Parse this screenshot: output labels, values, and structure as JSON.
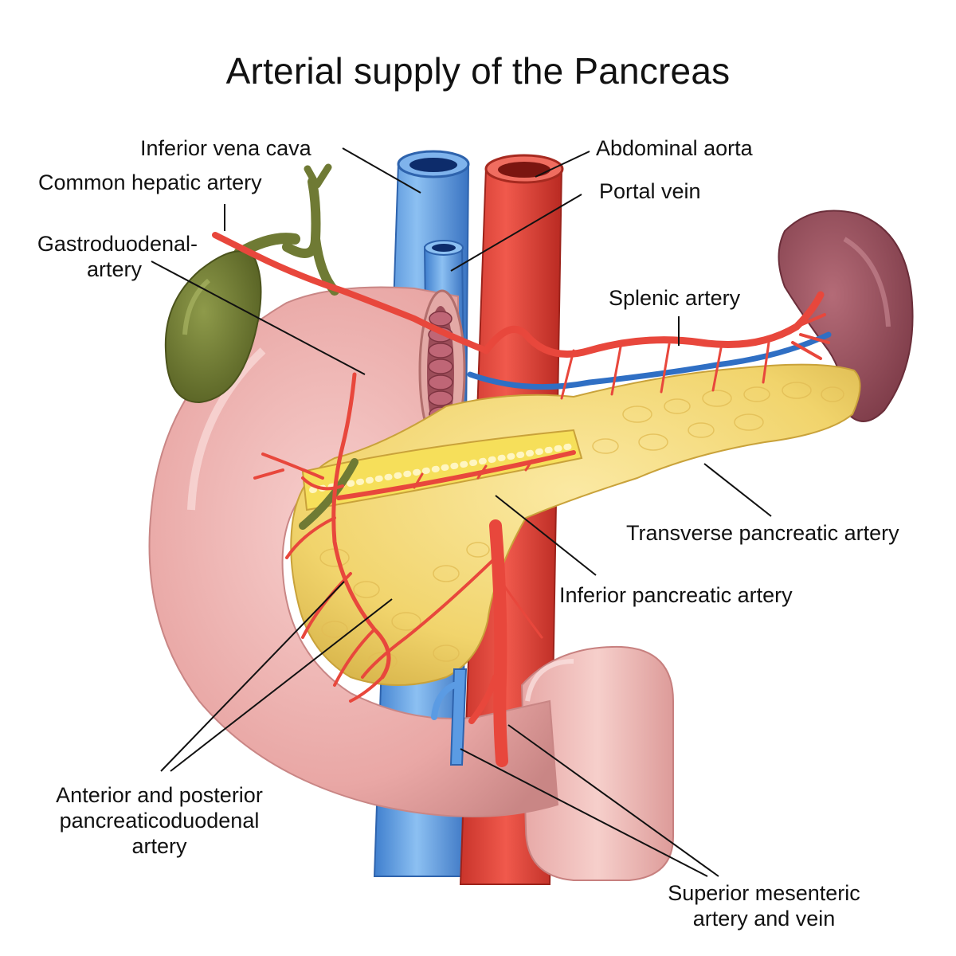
{
  "title": "Arterial supply of the Pancreas",
  "labels": {
    "ivc": "Inferior vena cava",
    "common_hepatic": "Common hepatic artery",
    "gastroduodenal_1": "Gastroduodenal-",
    "gastroduodenal_2": "artery",
    "abdominal_aorta": "Abdominal aorta",
    "portal_vein": "Portal vein",
    "splenic_artery": "Splenic artery",
    "transverse_pancreatic": "Transverse pancreatic artery",
    "inferior_pancreatic": "Inferior pancreatic artery",
    "pancreaticoduodenal_1": "Anterior and posterior",
    "pancreaticoduodenal_2": "pancreaticoduodenal",
    "pancreaticoduodenal_3": "artery",
    "sup_mesenteric_1": "Superior mesenteric",
    "sup_mesenteric_2": "artery and vein"
  },
  "colors": {
    "artery": "#e8473c",
    "artery_dark": "#b92a22",
    "vein": "#5b9be3",
    "vein_dark": "#1f4f9c",
    "pancreas": "#f3db7a",
    "duodenum": "#efb3b1",
    "spleen": "#9b5360",
    "gallbladder": "#6f7a34"
  }
}
